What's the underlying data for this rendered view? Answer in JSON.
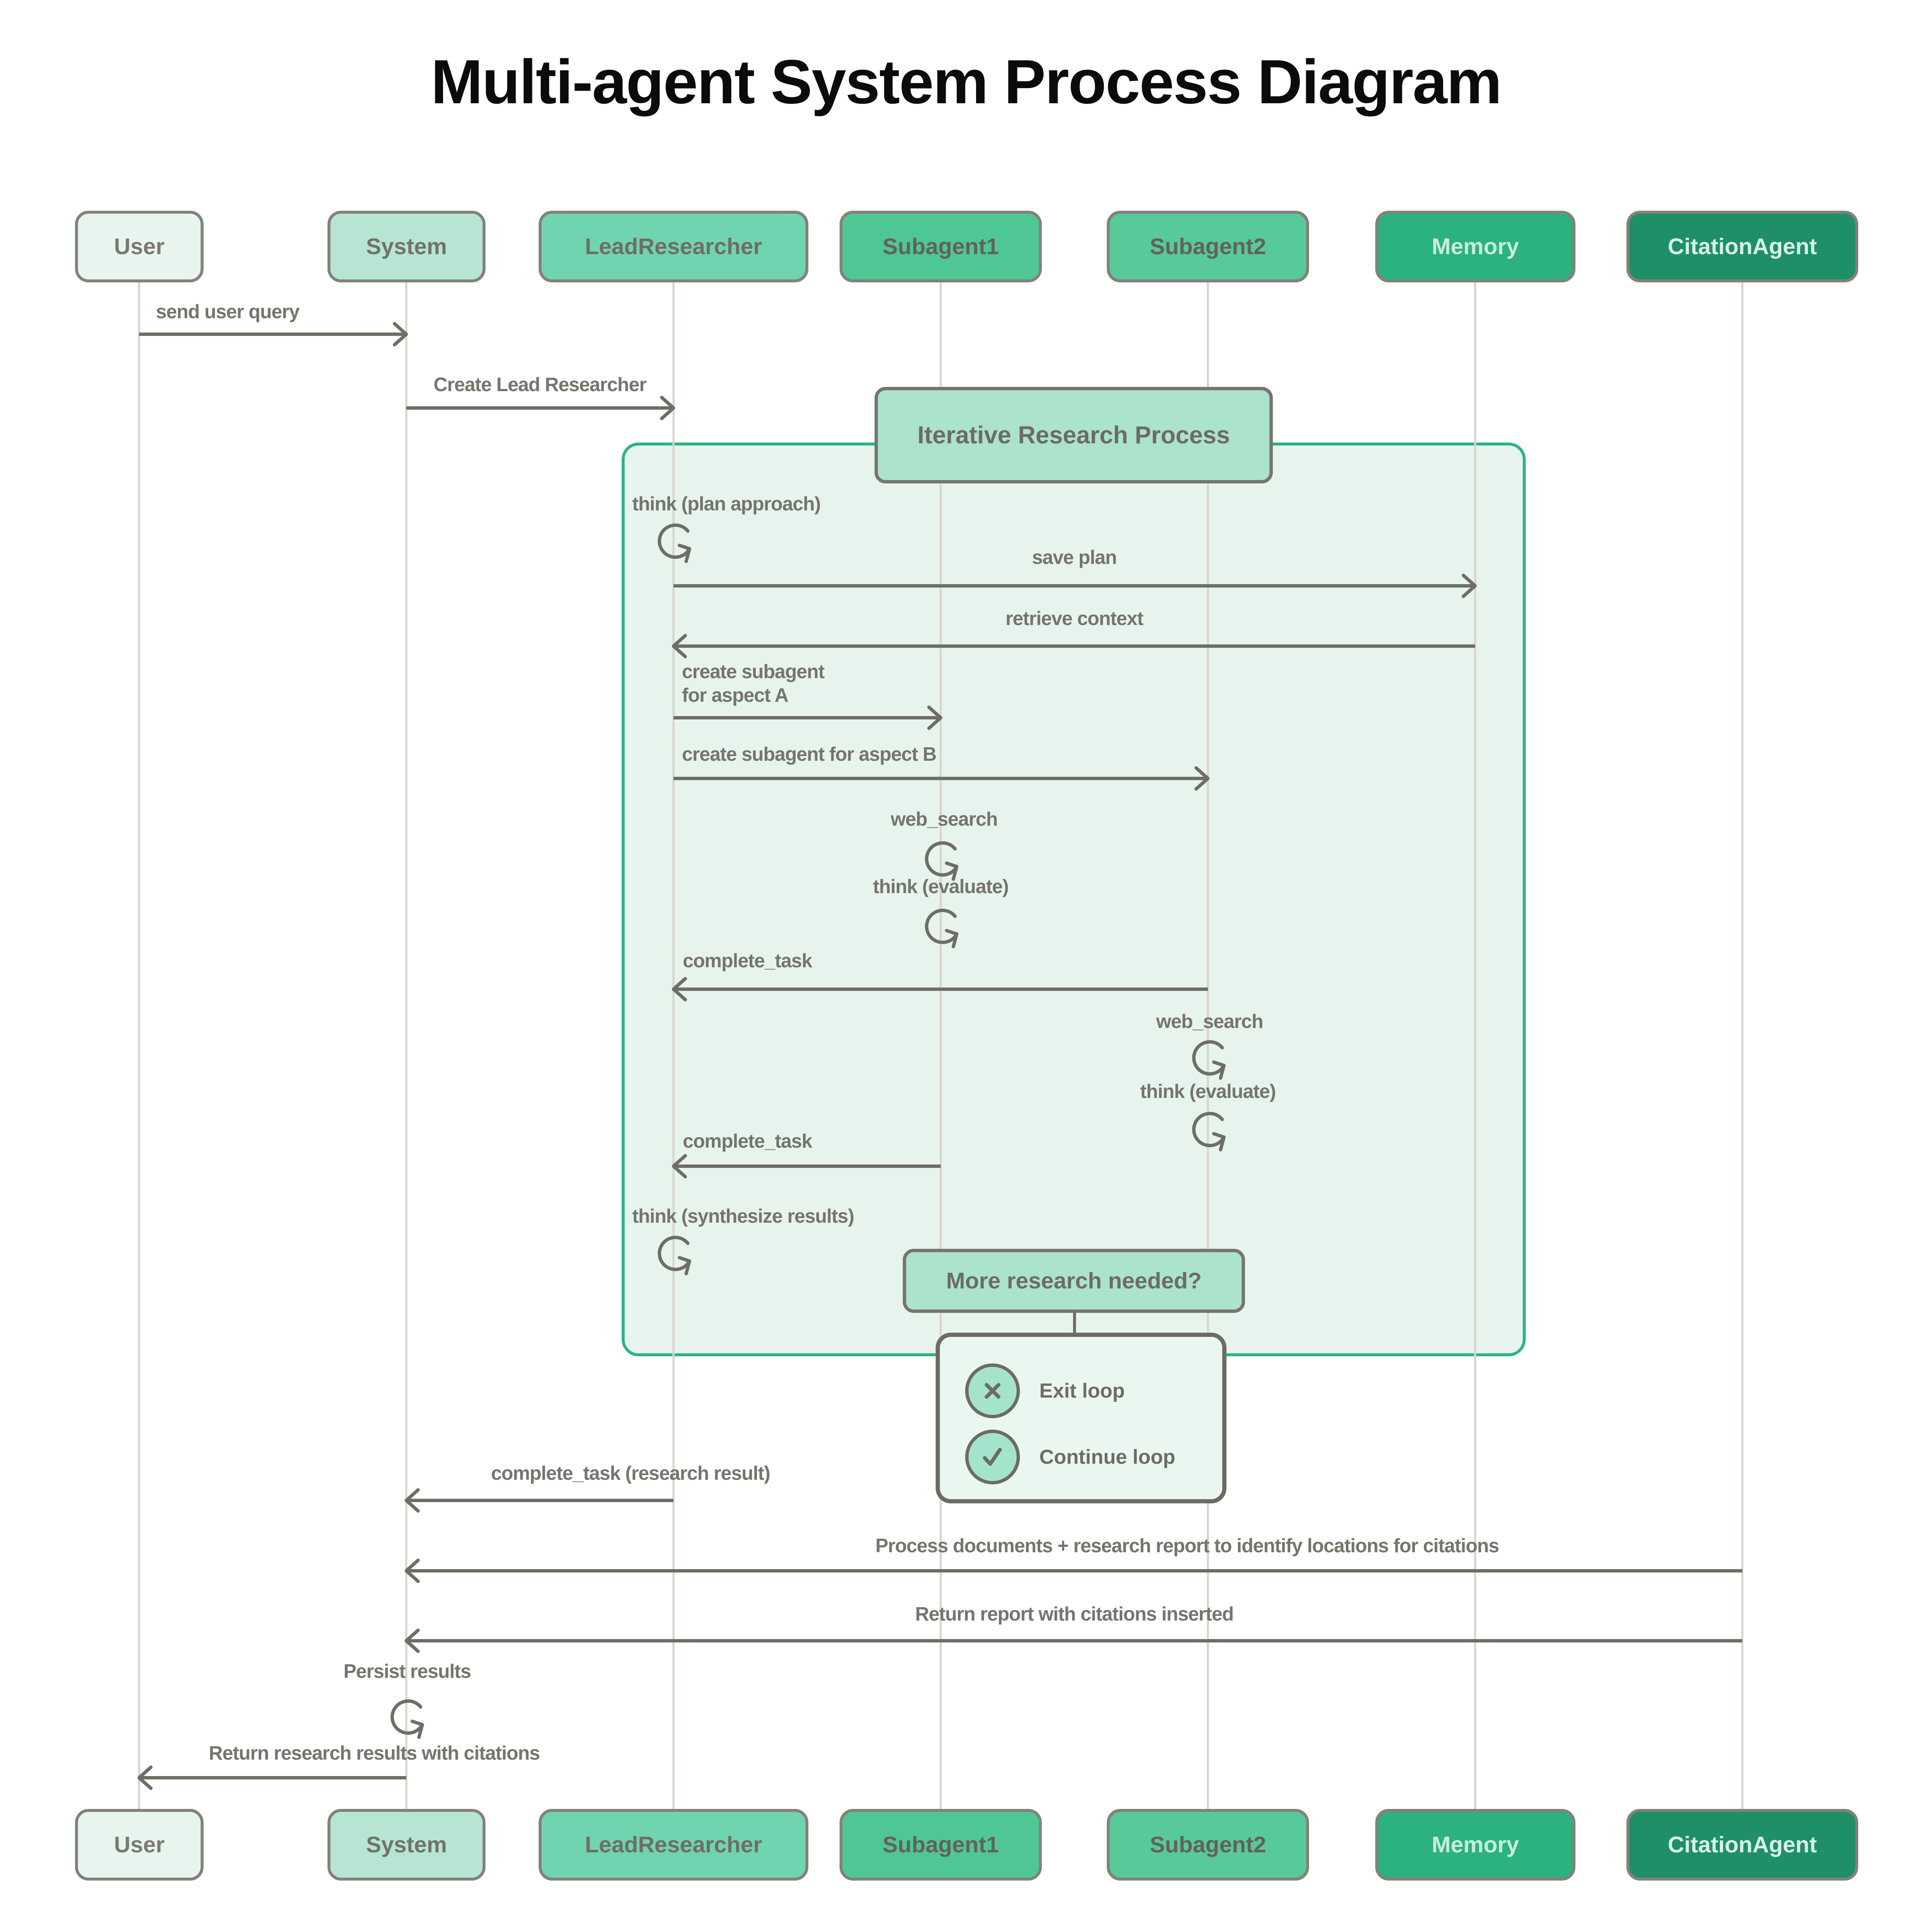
{
  "diagram": {
    "title": "Multi-agent System Process Diagram",
    "kind": "sequence-diagram"
  },
  "actors": [
    {
      "name": "User",
      "fill": "#e8f5ee",
      "text_color": "#7a7a72"
    },
    {
      "name": "System",
      "fill": "#b6e6d3",
      "text_color": "#72726b"
    },
    {
      "name": "LeadResearcher",
      "fill": "#71d4b0",
      "text_color": "#6e6e66"
    },
    {
      "name": "Subagent1",
      "fill": "#4fc795",
      "text_color": "#62625c"
    },
    {
      "name": "Subagent2",
      "fill": "#57c99b",
      "text_color": "#62625c"
    },
    {
      "name": "Memory",
      "fill": "#2cb181",
      "text_color": "#c9eddd"
    },
    {
      "name": "CitationAgent",
      "fill": "#1f8f68",
      "text_color": "#d6f3e5"
    }
  ],
  "loop_frame": {
    "title": "Iterative Research Process",
    "border_color": "#2bb384",
    "fill": "#e7f4ee"
  },
  "messages": [
    {
      "label": "send user query",
      "from": "User",
      "to": "System",
      "kind": "arrow"
    },
    {
      "label": "Create Lead Researcher",
      "from": "System",
      "to": "LeadResearcher",
      "kind": "arrow"
    },
    {
      "label": "think (plan approach)",
      "from": "LeadResearcher",
      "to": "LeadResearcher",
      "kind": "self-loop"
    },
    {
      "label": "save plan",
      "from": "LeadResearcher",
      "to": "Memory",
      "kind": "arrow"
    },
    {
      "label": "retrieve context",
      "from": "Memory",
      "to": "LeadResearcher",
      "kind": "arrow"
    },
    {
      "label": "create subagent for aspect A",
      "lines": [
        "create subagent",
        "for aspect A"
      ],
      "from": "LeadResearcher",
      "to": "Subagent1",
      "kind": "arrow"
    },
    {
      "label": "create subagent for aspect B",
      "from": "LeadResearcher",
      "to": "Subagent2",
      "kind": "arrow"
    },
    {
      "label": "web_search",
      "from": "Subagent1",
      "to": "Subagent1",
      "kind": "self-loop"
    },
    {
      "label": "think (evaluate)",
      "from": "Subagent1",
      "to": "Subagent1",
      "kind": "self-loop"
    },
    {
      "label": "complete_task",
      "from": "Subagent2",
      "to": "LeadResearcher",
      "kind": "arrow"
    },
    {
      "label": "web_search",
      "from": "Subagent2",
      "to": "Subagent2",
      "kind": "self-loop"
    },
    {
      "label": "think (evaluate)",
      "from": "Subagent2",
      "to": "Subagent2",
      "kind": "self-loop"
    },
    {
      "label": "complete_task",
      "from": "Subagent1",
      "to": "LeadResearcher",
      "kind": "arrow"
    },
    {
      "label": "think (synthesize results)",
      "from": "LeadResearcher",
      "to": "LeadResearcher",
      "kind": "self-loop"
    },
    {
      "label": "complete_task (research result)",
      "from": "LeadResearcher",
      "to": "System",
      "kind": "arrow"
    },
    {
      "label": "Process documents + research report to identify locations for citations",
      "from": "CitationAgent",
      "to": "System",
      "kind": "arrow"
    },
    {
      "label": "Return report with citations inserted",
      "from": "CitationAgent",
      "to": "System",
      "kind": "arrow"
    },
    {
      "label": "Persist results",
      "from": "System",
      "to": "System",
      "kind": "self-loop"
    },
    {
      "label": "Return research results with citations",
      "from": "System",
      "to": "User",
      "kind": "arrow"
    }
  ],
  "decision": {
    "question": "More research needed?",
    "outcomes": [
      {
        "icon": "x-icon",
        "label": "Exit loop"
      },
      {
        "icon": "check-icon",
        "label": "Continue loop"
      }
    ]
  },
  "colors": {
    "arrow": "#6e6e66",
    "message_text": "#75756d",
    "lifeline": "#d7d5cd",
    "actor_border": "#82827a",
    "node_fill": "#abe3cd",
    "panel_fill": "#eaf7f1",
    "outcome_circle_fill": "#a5e4cc",
    "frame_border": "#2bb384",
    "frame_fill": "#e7f4ee",
    "title_text": "#0b0b0b"
  }
}
